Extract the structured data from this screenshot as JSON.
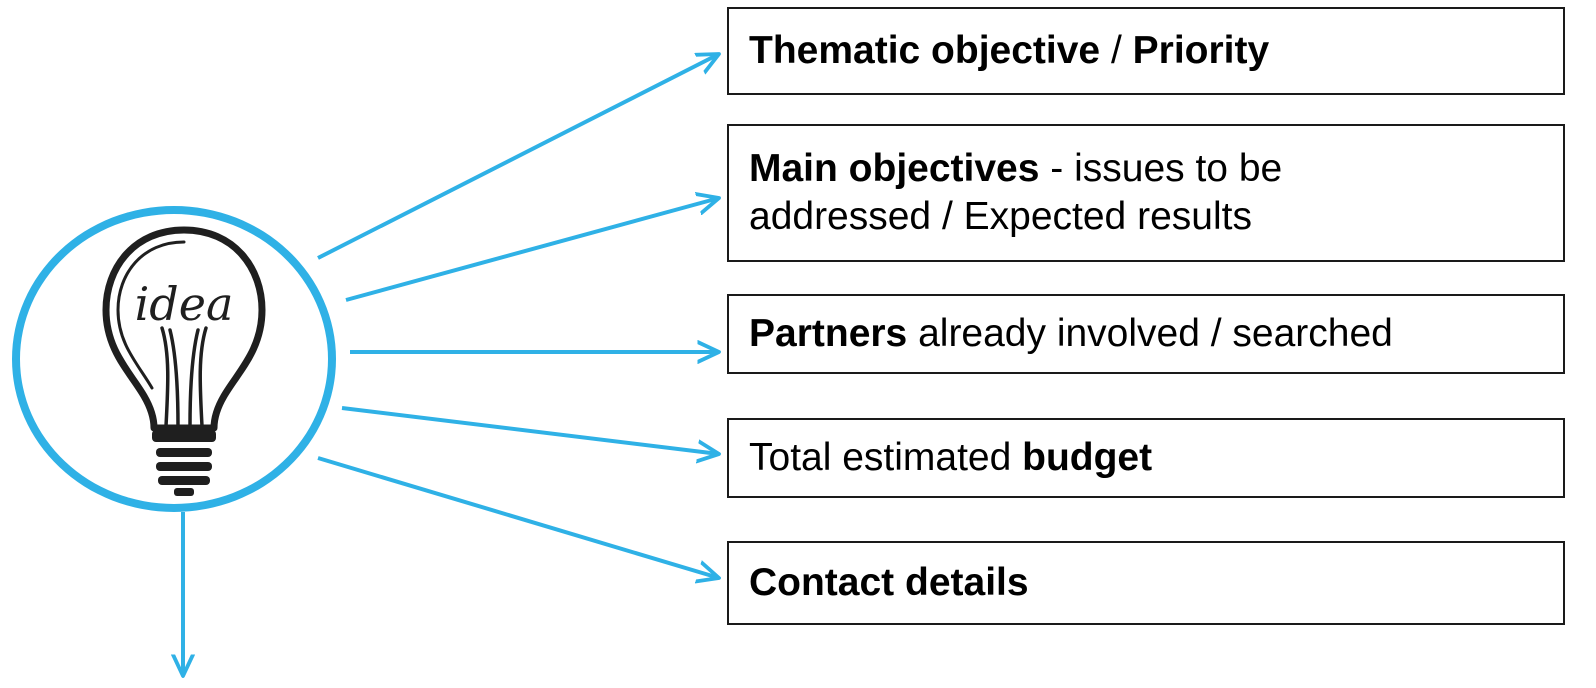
{
  "colors": {
    "connector": "#2fb1e6",
    "box_border": "#1a1a1a",
    "text": "#000000",
    "icon": "#1f1f1f"
  },
  "center_icon": {
    "name": "lightbulb-icon",
    "word": "idea"
  },
  "items": [
    {
      "lines": [
        [
          {
            "text": "Thematic objective",
            "bold": true
          },
          {
            "text": " / ",
            "bold": false
          },
          {
            "text": "Priority",
            "bold": true
          }
        ]
      ]
    },
    {
      "lines": [
        [
          {
            "text": "Main objectives",
            "bold": true
          },
          {
            "text": " - issues to be",
            "bold": false
          }
        ],
        [
          {
            "text": "addressed / Expected results",
            "bold": false
          }
        ]
      ]
    },
    {
      "lines": [
        [
          {
            "text": "Partners",
            "bold": true
          },
          {
            "text": " already involved / searched",
            "bold": false
          }
        ]
      ]
    },
    {
      "lines": [
        [
          {
            "text": "Total estimated ",
            "bold": false
          },
          {
            "text": "budget",
            "bold": true
          }
        ]
      ]
    },
    {
      "lines": [
        [
          {
            "text": "Contact details",
            "bold": true
          }
        ]
      ]
    }
  ]
}
